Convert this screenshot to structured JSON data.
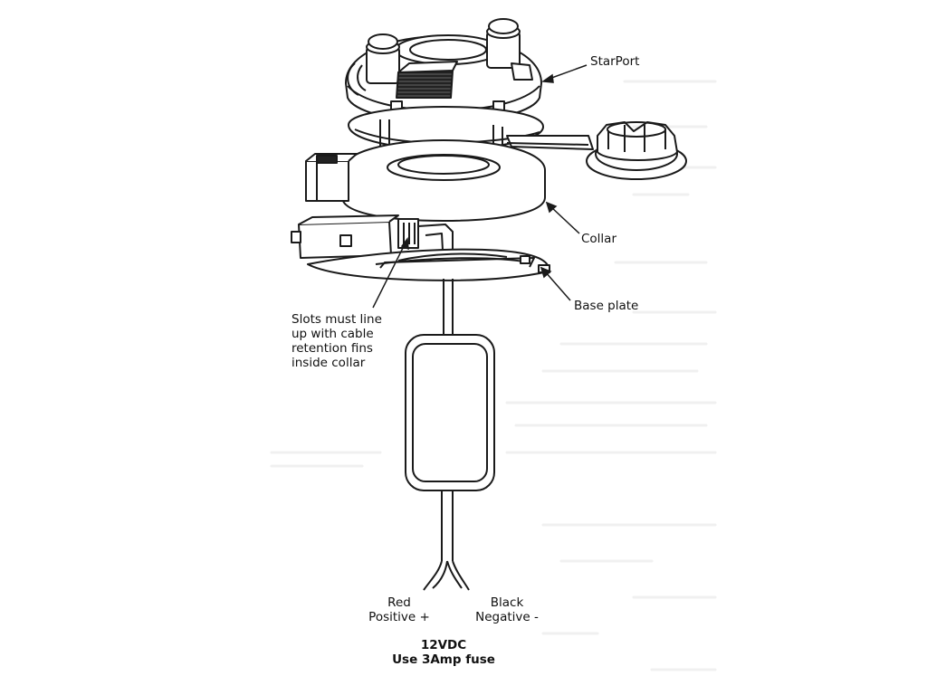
{
  "labels": {
    "starport": "StarPort",
    "collar": "Collar",
    "base_plate": "Base plate",
    "slots_note": [
      "Slots must line",
      "up with cable",
      "retention fins",
      "inside collar"
    ],
    "red_wire": [
      "Red",
      "Positive +"
    ],
    "black_wire": [
      "Black",
      "Negative -"
    ],
    "power": [
      "12VDC",
      "Use 3Amp fuse"
    ]
  },
  "colors": {
    "line": "#1a1a1a",
    "fill": "#ffffff",
    "dark_fill": "#222222",
    "ghost_text": "#e6e6e6"
  }
}
